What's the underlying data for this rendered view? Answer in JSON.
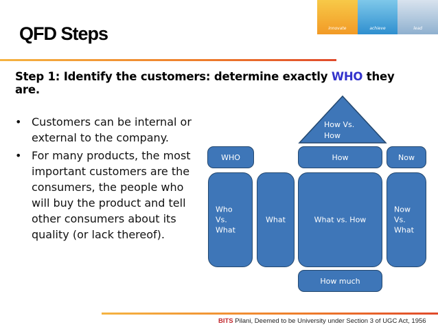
{
  "logo": {
    "words": [
      "innovate",
      "achieve",
      "lead"
    ]
  },
  "slide": {
    "title": "QFD Steps",
    "step_prefix": "Step 1: Identify the customers: determine exactly ",
    "step_highlight": "WHO",
    "step_suffix": " they are.",
    "bullets": [
      "Customers can be internal or external to the company.",
      "For many products, the most important customers are the consumers, the people who will buy the product and tell other consumers about its quality (or lack thereof)."
    ]
  },
  "diagram": {
    "who": "WHO",
    "how": "How",
    "now": "Now",
    "roof_line1": "How Vs.",
    "roof_line2": "How",
    "who_vs_what": [
      "Who",
      "Vs.",
      "What"
    ],
    "what": "What",
    "what_vs_how": "What vs. How",
    "now_vs_what": [
      "Now",
      "Vs.",
      "What"
    ],
    "how_much": "How much"
  },
  "footer": {
    "brand": "BITS",
    "text": " Pilani, Deemed to be University under Section 3 of UGC Act, 1956"
  },
  "colors": {
    "box_fill": "#3e76b8",
    "box_border": "#23476e",
    "highlight": "#3333cc",
    "rule": "#ee7d2b"
  }
}
